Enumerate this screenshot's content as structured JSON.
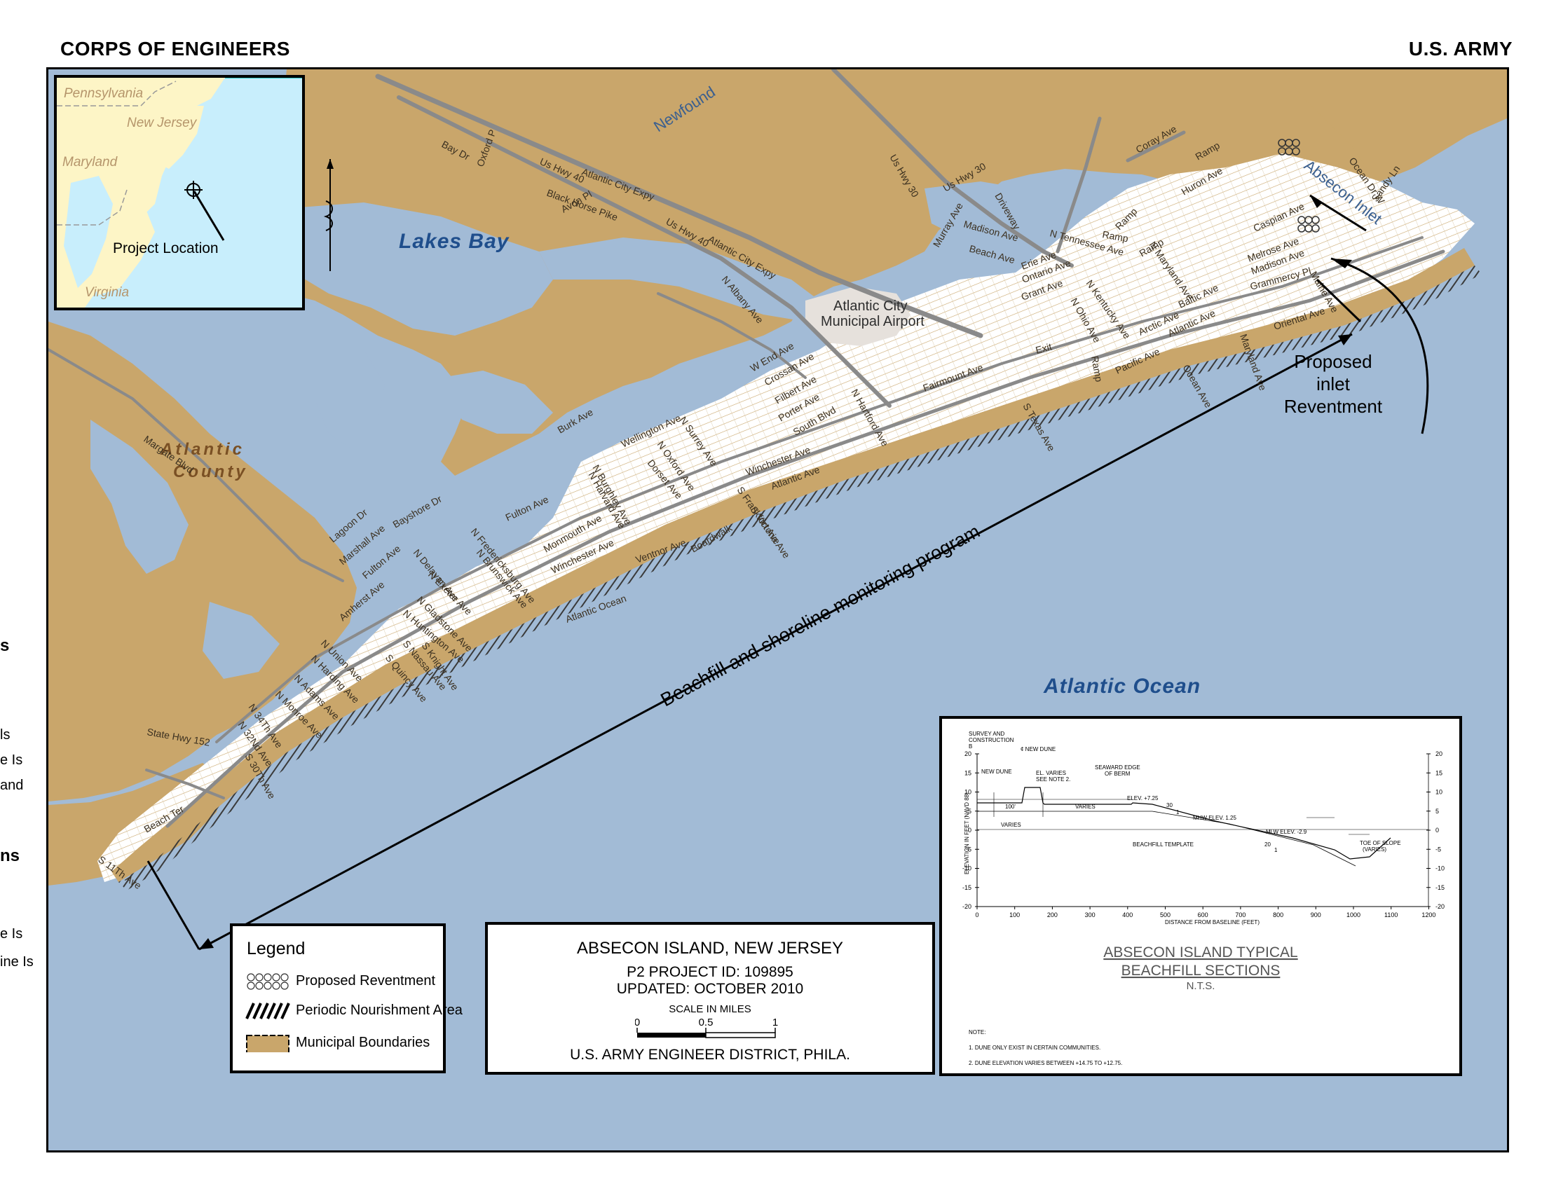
{
  "header": {
    "left": "CORPS OF ENGINEERS",
    "right": "U.S. ARMY"
  },
  "colors": {
    "water": "#a2bbd6",
    "land": "#c9a66b",
    "town": "#ffffff",
    "roads": "#888888",
    "inset_water": "#c8eefc",
    "inset_land": "#fdf5c6"
  },
  "inset_map": {
    "states": [
      "Pennsylvania",
      "New Jersey",
      "Maryland",
      "Virginia"
    ],
    "project_label": "Project Location",
    "marker_icon": "crosshair-icon"
  },
  "north_arrow_icon": "north-arrow-icon",
  "map_labels": {
    "lakes_bay": "Lakes Bay",
    "atlantic_county": [
      "Atlantic",
      "County"
    ],
    "atlantic_ocean": "Atlantic Ocean",
    "absecon_inlet": "Absecon Inlet",
    "newfound": "Newfound",
    "airport": [
      "Atlantic City",
      "Municipal Airport"
    ],
    "program": "Beachfill and shoreline monitoring program",
    "revetment": [
      "Proposed inlet",
      "Reventment"
    ]
  },
  "streets": [
    "Bay Dr",
    "Oxford P",
    "Us Hwy 40",
    "Atlantic City Expy",
    "Black Horse Pike",
    "Us Hwy 40",
    "Atlantic City Expy",
    "Avon Pl",
    "Us Hwy 30",
    "Us Hwy 30",
    "Driveway",
    "Coray Ave",
    "Ramp",
    "Huron Ave",
    "Sandy Ln",
    "Ocean Dr W",
    "Murray Ave",
    "Madison Ave",
    "Beach Ave",
    "N Tennessee Ave",
    "Ramp",
    "Ramp",
    "Ramp",
    "Caspian Ave",
    "Melrose Ave",
    "Madison Ave",
    "Grammercy Pl",
    "Maine Ave",
    "Erie Ave",
    "Ontario Ave",
    "Grant Ave",
    "N Kentucky Ave",
    "N Ohio Ave",
    "N Maryland Ave",
    "Oriental Ave",
    "Baltic Ave",
    "Arctic Ave",
    "Atlantic Ave",
    "Pacific Ave",
    "Ocean Ave",
    "Maryland Ave",
    "Exit",
    "Ramp",
    "N Albany Ave",
    "W End Ave",
    "Crossan Ave",
    "Filbert Ave",
    "Porter Ave",
    "South Blvd",
    "N Hartford Ave",
    "Fairmount Ave",
    "S Texas Ave",
    "Burk Ave",
    "Wellington Ave",
    "N Surrey Ave",
    "N Oxford Ave",
    "Dorset Ave",
    "N Burghley Ave",
    "N Harvard Ave",
    "Winchester Ave",
    "Atlantic Ave",
    "S Frankfort Ave",
    "S Victoria Ave",
    "Ventnor Ave",
    "Boardwalk",
    "Monmouth Ave",
    "Winchester Ave",
    "Fulton Ave",
    "Margate Blvd",
    "Bayshore Dr",
    "Lagoon Dr",
    "Marshall Ave",
    "N Fredericksburg Ave",
    "N Brunswick Ave",
    "N Delavan Ave",
    "N Exeter Ave",
    "N Gladstone Ave",
    "N Huntington Ave",
    "Fulton Ave",
    "Amherst Ave",
    "N Union Ave",
    "N Harding Ave",
    "N Adams Ave",
    "N Monroe Ave",
    "N 34Th Ave",
    "N 32Nd Ave",
    "S Nassau Ave",
    "S Quincy Ave",
    "S Knight Ave",
    "S 30Th Ave",
    "State Hwy 152",
    "Beach Ter",
    "S 11Th Ave",
    "Atlantic Ocean"
  ],
  "legend": {
    "title": "Legend",
    "items": [
      {
        "label": "Proposed Reventment",
        "icon": "revetment-symbol-icon"
      },
      {
        "label": "Periodic Nourishment Area",
        "icon": "hatch-symbol-icon"
      },
      {
        "label": "Municipal Boundaries",
        "icon": "boundary-swatch-icon"
      }
    ]
  },
  "title_block": {
    "name": "ABSECON ISLAND, NEW JERSEY",
    "project_id": "P2 PROJECT ID: 109895",
    "updated": "UPDATED: OCTOBER 2010",
    "scale_title": "SCALE IN MILES",
    "scale_ticks": [
      "0",
      "0.5",
      "1"
    ],
    "district": "U.S. ARMY ENGINEER DISTRICT, PHILA."
  },
  "section": {
    "title": [
      "ABSECON ISLAND TYPICAL",
      "BEACHFILL SECTIONS"
    ],
    "nts": "N.T.S.",
    "ylabel": "ELEVATION IN FEET (NAVD 88)",
    "xlabel": "DISTANCE FROM BASELINE (FEET)",
    "x_ticks": [
      "0",
      "100",
      "200",
      "300",
      "400",
      "500",
      "600",
      "700",
      "800",
      "900",
      "1000",
      "1100",
      "1200"
    ],
    "y_ticks": [
      "20",
      "15",
      "10",
      "5",
      "0",
      "-5",
      "-10",
      "-15",
      "-20"
    ],
    "annotations": {
      "survey": [
        "SURVEY AND",
        "CONSTRUCTION",
        "B"
      ],
      "new_dune_top": "¢ NEW DUNE",
      "new_dune": "NEW DUNE",
      "el_varies": [
        "EL. VARIES",
        "SEE NOTE 2."
      ],
      "seaward": [
        "SEAWARD EDGE",
        "OF BERM"
      ],
      "elev": "ELEV. +7.25",
      "slope1": "30",
      "slope1b": "1",
      "mhw": "MHW ELEV. 1.25",
      "mlw": "MLW ELEV. -2.9",
      "slope2": "20",
      "slope2b": "1",
      "dim1": "100'",
      "dim2": "VARIES",
      "varies": "VARIES",
      "template": "BEACHFILL TEMPLATE",
      "toe": [
        "TOE OF SLOPE",
        "(VARIES)"
      ]
    },
    "notes_title": "NOTE:",
    "notes": [
      "1.  DUNE ONLY EXIST IN CERTAIN COMMUNITIES.",
      "2.  DUNE ELEVATION VARIES BETWEEN +14.75 TO +12.75."
    ]
  },
  "left_fragments": [
    "s",
    "ls",
    "e Is",
    "and",
    "ns",
    "e Is",
    "ine Is"
  ]
}
